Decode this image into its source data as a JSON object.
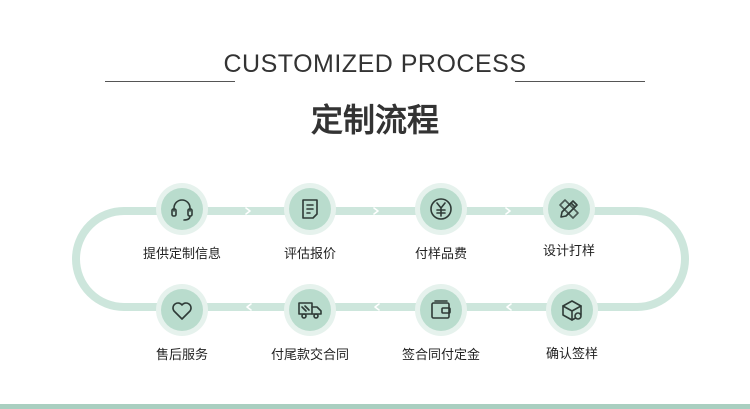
{
  "header": {
    "title_en": "CUSTOMIZED PROCESS",
    "title_cn": "定制流程"
  },
  "colors": {
    "track": "#cde6dc",
    "node_outer": "#e6f2ed",
    "node_inner": "#b9dccd",
    "icon": "#2f3b37",
    "arrow": "#ffffff"
  },
  "steps": [
    {
      "label": "提供定制信息",
      "icon": "headset-icon"
    },
    {
      "label": "评估报价",
      "icon": "document-icon"
    },
    {
      "label": "付样品费",
      "icon": "yen-coin-icon"
    },
    {
      "label": "设计打样",
      "icon": "pencil-ruler-icon"
    },
    {
      "label": "确认签样",
      "icon": "package-gear-icon"
    },
    {
      "label": "签合同付定金",
      "icon": "wallet-icon"
    },
    {
      "label": "付尾款交合同",
      "icon": "delivery-truck-icon"
    },
    {
      "label": "售后服务",
      "icon": "heart-icon"
    }
  ]
}
